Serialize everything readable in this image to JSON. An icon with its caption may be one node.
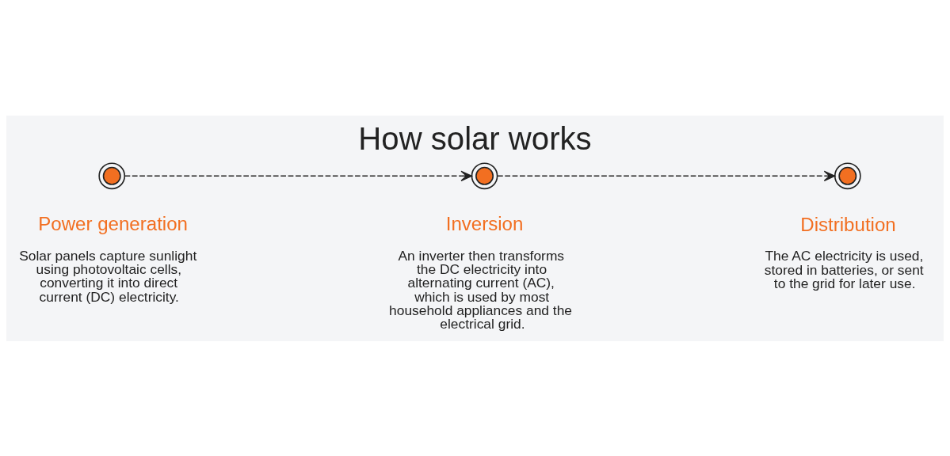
{
  "diagram": {
    "title": "How solar works",
    "nodes": [
      {
        "text": [],
        "shape": "circle",
        "beside": [
          "Power generation",
          "Solar panels capture sunlight using photovoltaic cells, converting it into direct current (DC) electricity."
        ]
      },
      {
        "text": [],
        "shape": "circle",
        "beside": [
          "Inversion",
          "An inverter then transforms the DC electricity into alternating current (AC), which is used by most household appliances and the electrical grid."
        ]
      },
      {
        "text": [],
        "shape": "circle",
        "beside": [
          "Distribution",
          "The AC electricity is used, stored in batteries, or sent to the grid for later use."
        ]
      }
    ],
    "edges": [
      {
        "from": 0,
        "to": 1,
        "arrow": "to",
        "style": "dashed"
      },
      {
        "from": 1,
        "to": 2,
        "arrow": "to",
        "style": "dashed"
      }
    ]
  }
}
